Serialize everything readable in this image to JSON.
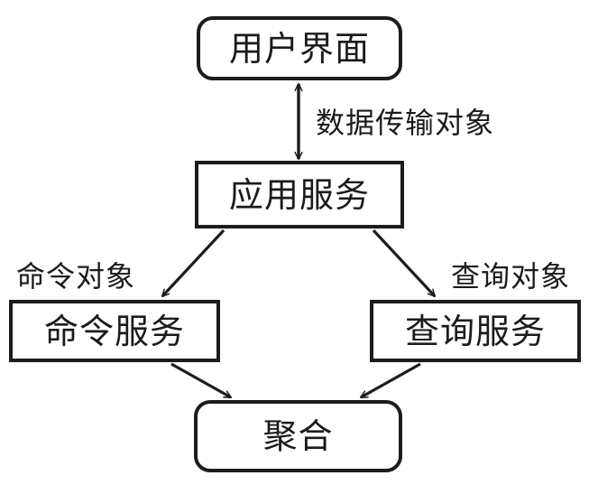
{
  "diagram": {
    "title": "CQRS architecture flow diagram",
    "stroke_color": "#1c1c1c",
    "background_color": "#ffffff",
    "nodes": [
      {
        "id": "ui",
        "label": "用户界面",
        "shape": "rounded-rectangle"
      },
      {
        "id": "app",
        "label": "应用服务",
        "shape": "rectangle"
      },
      {
        "id": "command",
        "label": "命令服务",
        "shape": "rectangle"
      },
      {
        "id": "query",
        "label": "查询服务",
        "shape": "rectangle"
      },
      {
        "id": "aggregate",
        "label": "聚合",
        "shape": "rounded-rectangle"
      }
    ],
    "edges": [
      {
        "id": "ui-app",
        "from": "ui",
        "to": "app",
        "label": "数据传输对象",
        "arrow": "bidirectional"
      },
      {
        "id": "app-command",
        "from": "app",
        "to": "command",
        "label": "命令对象",
        "arrow": "single"
      },
      {
        "id": "app-query",
        "from": "app",
        "to": "query",
        "label": "查询对象",
        "arrow": "single"
      },
      {
        "id": "command-aggregate",
        "from": "command",
        "to": "aggregate",
        "label": "",
        "arrow": "single"
      },
      {
        "id": "query-aggregate",
        "from": "query",
        "to": "aggregate",
        "label": "",
        "arrow": "single"
      }
    ],
    "labels": {
      "dto": "数据传输对象",
      "command_object": "命令对象",
      "query_object": "查询对象"
    }
  }
}
